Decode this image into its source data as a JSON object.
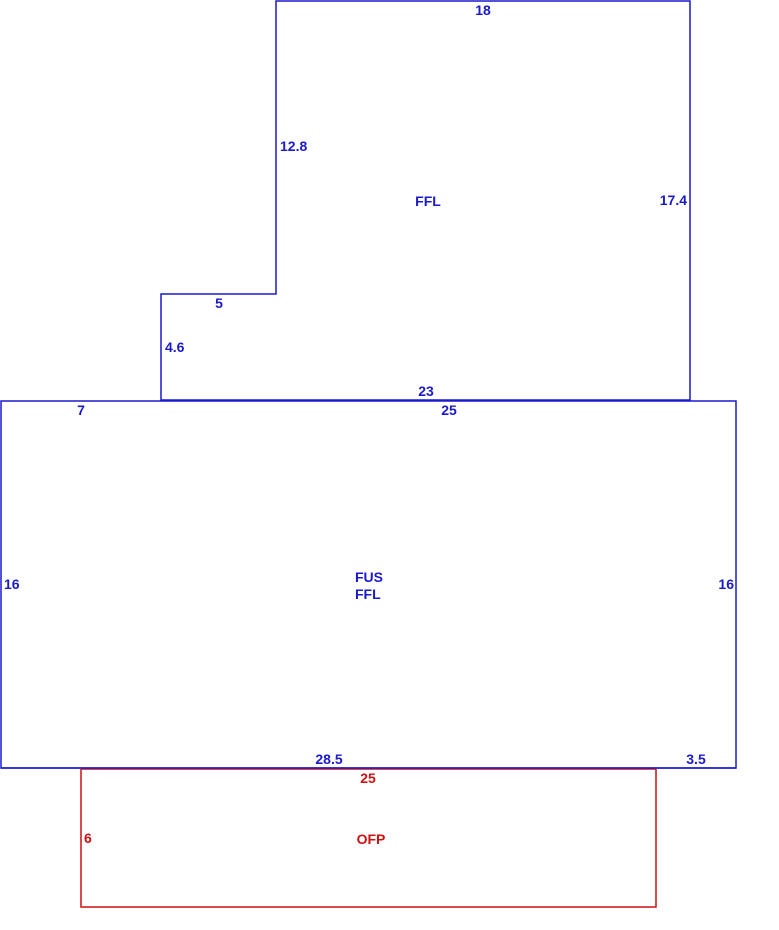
{
  "colors": {
    "living": "#1a1acc",
    "porch": "#cc1111",
    "background": "#ffffff"
  },
  "sections": {
    "upper": {
      "label": "FFL",
      "dims": {
        "top": "18",
        "left_upper": "12.8",
        "right": "17.4",
        "step": "5",
        "left_lower": "4.6",
        "bottom": "23"
      }
    },
    "main": {
      "label_line1": "FUS",
      "label_line2": "FFL",
      "dims": {
        "top_left": "7",
        "top": "25",
        "left": "16",
        "right": "16",
        "bottom": "28.5",
        "bottom_right": "3.5"
      }
    },
    "porch": {
      "label": "OFP",
      "dims": {
        "top": "25",
        "left": "6"
      }
    }
  }
}
